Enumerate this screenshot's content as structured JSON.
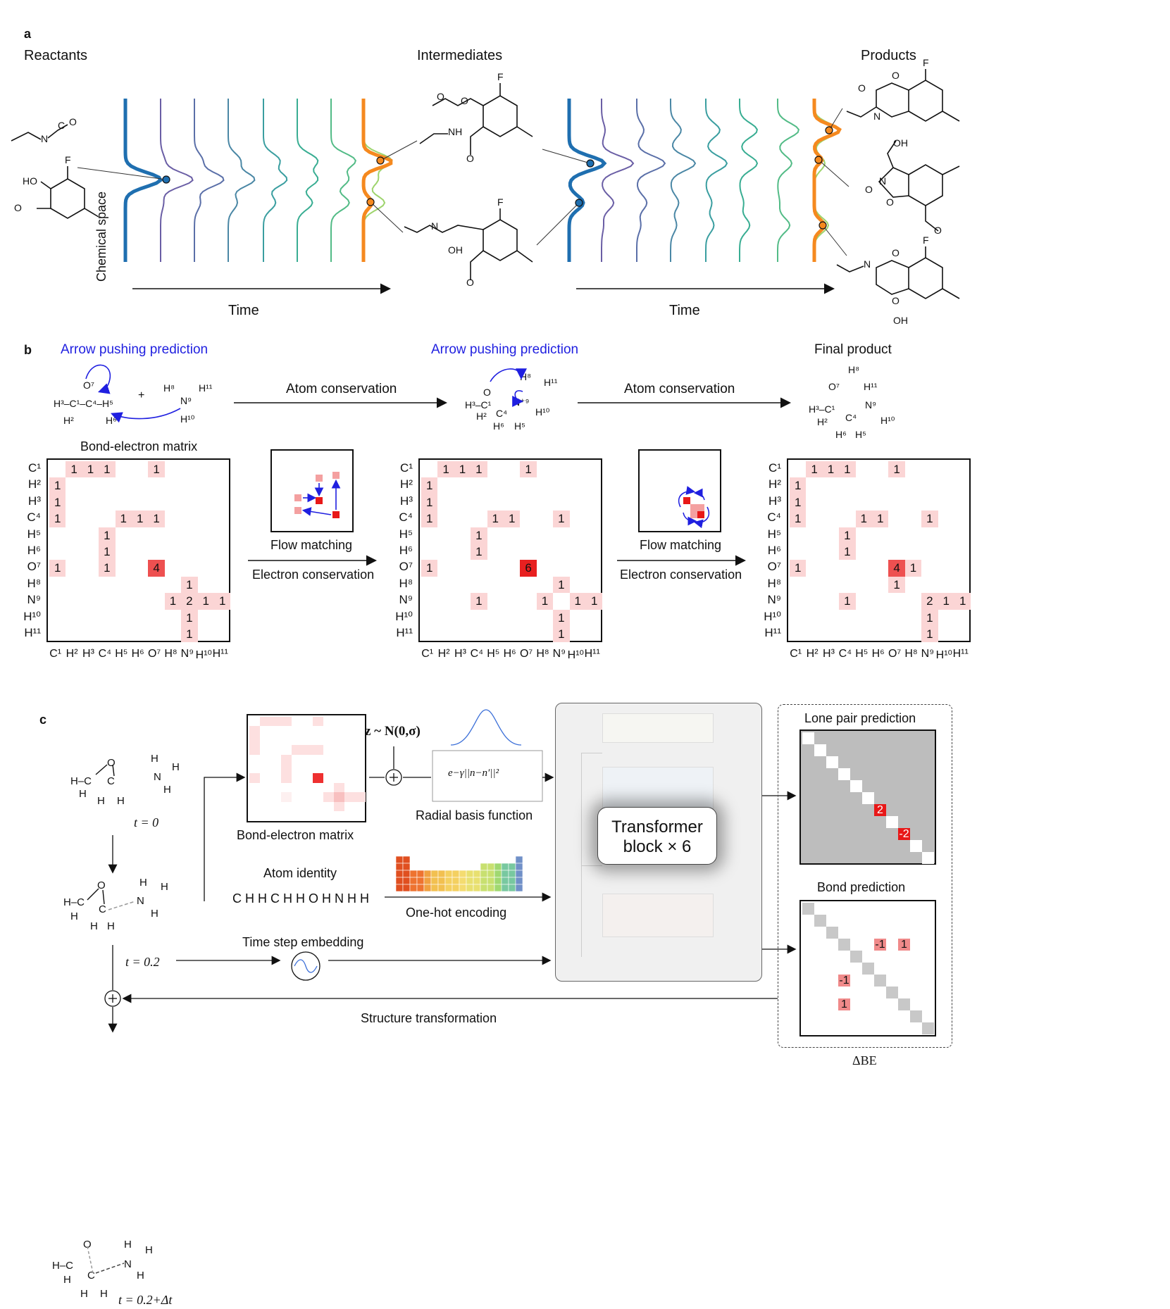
{
  "panel_a": {
    "letter": "a",
    "reactants": "Reactants",
    "intermediates": "Intermediates",
    "products": "Products",
    "chemical_space": "Chemical space",
    "time1": "Time",
    "time2": "Time",
    "colors": [
      "#1f6fb0",
      "#6a5ea5",
      "#5a6fa8",
      "#4a87a5",
      "#3a9ea0",
      "#38ad92",
      "#52bb86",
      "#9ed46d",
      "#f5891f"
    ]
  },
  "panel_b": {
    "letter": "b",
    "arrow_pushing_1": "Arrow pushing prediction",
    "arrow_pushing_2": "Arrow pushing prediction",
    "final_product": "Final product",
    "atom_conservation_1": "Atom conservation",
    "atom_conservation_2": "Atom conservation",
    "bond_electron_matrix": "Bond-electron matrix",
    "flow_matching_1": "Flow matching",
    "flow_matching_2": "Flow matching",
    "electron_conservation_1": "Electron conservation",
    "electron_conservation_2": "Electron conservation",
    "plus": "+",
    "atoms": [
      "C¹",
      "H²",
      "H³",
      "C⁴",
      "H⁵",
      "H⁶",
      "O⁷",
      "H⁸",
      "N⁹",
      "H¹⁰",
      "H¹¹"
    ]
  },
  "panel_c": {
    "letter": "c",
    "t0": "t = 0",
    "t02": "t = 0.2",
    "t02dt": "t = 0.2+Δt",
    "bond_electron_matrix": "Bond-electron matrix",
    "noise": "z ~ N(0,σ)",
    "rbf_formula": "e−γ||n−n′||²",
    "rbf": "Radial basis function",
    "atom_identity": "Atom identity",
    "atom_string": "C H H C H H O H N H H",
    "one_hot": "One-hot encoding",
    "time_step_embedding": "Time step embedding",
    "transformer_line1": "Transformer",
    "transformer_line2": "block × 6",
    "lone_pair_prediction": "Lone pair prediction",
    "bond_prediction": "Bond prediction",
    "structure_transformation": "Structure transformation",
    "delta_be": "ΔBE",
    "lone_pair_values": [
      "2",
      "-2"
    ],
    "bond_values": [
      "-1",
      "1",
      "-1",
      "1"
    ]
  }
}
